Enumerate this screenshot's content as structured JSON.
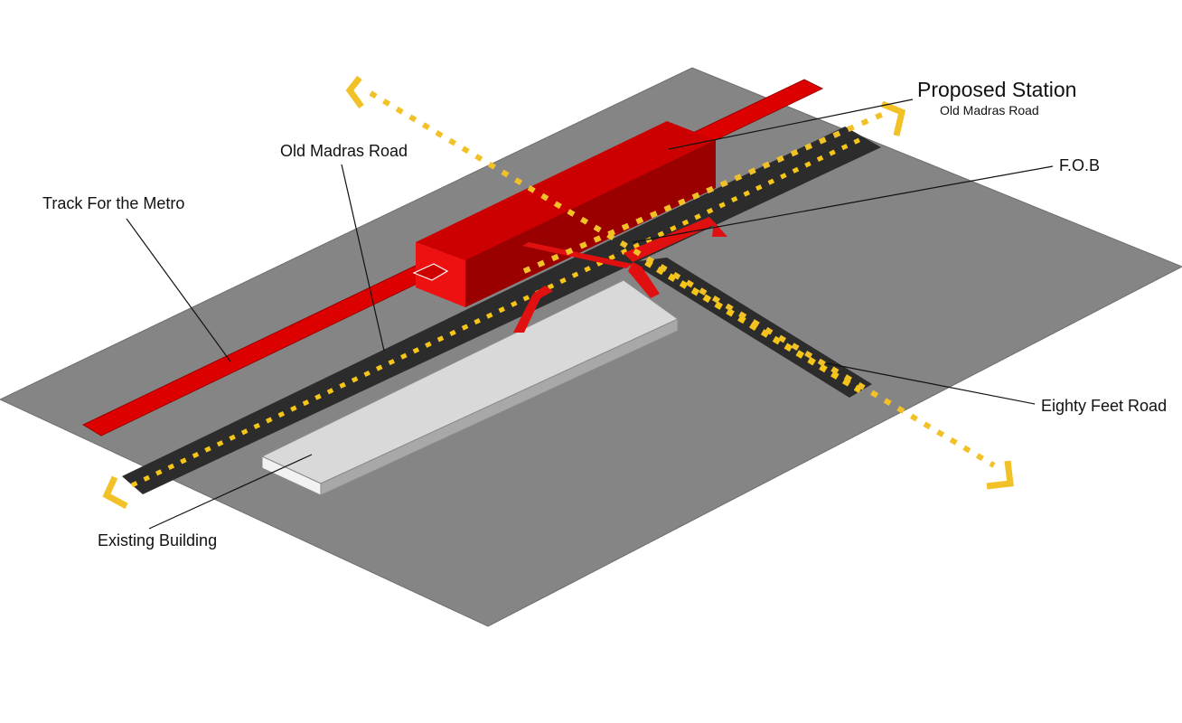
{
  "labels": {
    "proposed_station": "Proposed Station",
    "proposed_station_sub": "Old Madras Road",
    "old_madras_road": "Old Madras Road",
    "track_for_metro": "Track For the Metro",
    "fob": "F.O.B",
    "eighty_feet_road": "Eighty Feet Road",
    "existing_building": "Existing Building"
  },
  "colors": {
    "ground": "#858585",
    "ground_edge": "#6e6e6e",
    "road": "#2c2c2c",
    "road_marking": "#f5c518",
    "metro_red": "#dd0000",
    "metro_red_dark": "#9a0000",
    "metro_red_mid": "#bb0000",
    "building_top": "#d9d9d9",
    "building_side": "#a8a8a8",
    "building_front": "#f2f2f2",
    "arrow_yellow": "#f2c128",
    "leader_line": "#111111"
  }
}
